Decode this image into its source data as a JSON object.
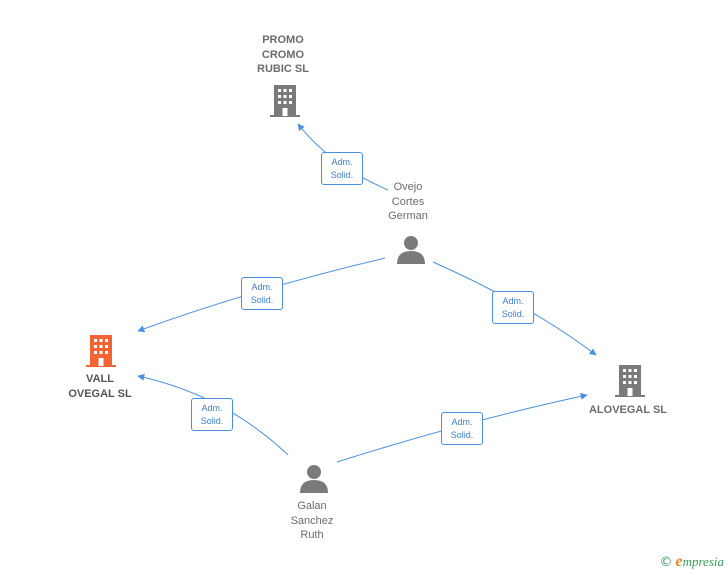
{
  "colors": {
    "edge": "#4a90e2",
    "company_icon": "#7a7a7a",
    "focal_company_icon": "#f26434",
    "person_icon": "#7a7a7a",
    "brand": "#3a9a59",
    "brand_accent": "#e8862a"
  },
  "nodes": {
    "promo": {
      "label": "PROMO\nCROMO\nRUBIC  SL",
      "icon": "building-icon"
    },
    "vall": {
      "label": "VALL\nOVEGAL  SL",
      "icon": "building-icon"
    },
    "alovegal": {
      "label": "ALOVEGAL  SL",
      "icon": "building-icon"
    },
    "ovejo": {
      "label": "Ovejo\nCortes\nGerman",
      "icon": "person-icon"
    },
    "galan": {
      "label": "Galan\nSanchez\nRuth",
      "icon": "person-icon"
    }
  },
  "edges": [
    {
      "from": "ovejo",
      "to": "promo",
      "label": "Adm.\nSolid."
    },
    {
      "from": "ovejo",
      "to": "vall",
      "label": "Adm.\nSolid."
    },
    {
      "from": "ovejo",
      "to": "alovegal",
      "label": "Adm.\nSolid."
    },
    {
      "from": "galan",
      "to": "vall",
      "label": "Adm.\nSolid."
    },
    {
      "from": "galan",
      "to": "alovegal",
      "label": "Adm.\nSolid."
    }
  ],
  "brand": {
    "copyright": "©",
    "initial": "e",
    "rest": "mpresia"
  }
}
